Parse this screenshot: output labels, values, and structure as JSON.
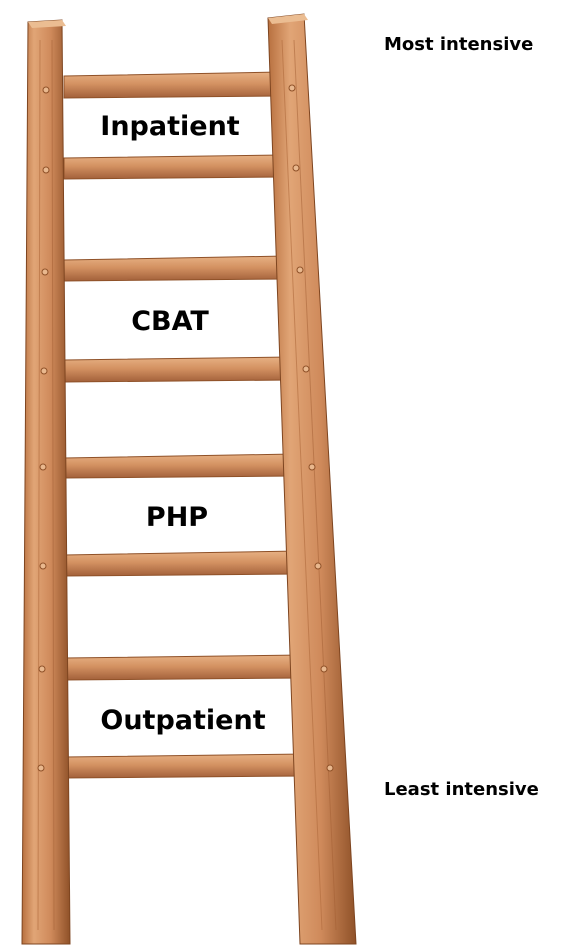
{
  "levels": [
    {
      "label": "Inpatient"
    },
    {
      "label": "CBAT"
    },
    {
      "label": "PHP"
    },
    {
      "label": "Outpatient"
    }
  ],
  "scale": {
    "top_label": "Most intensive",
    "bottom_label": "Least intensive"
  },
  "colors": {
    "wood_light": "#dfa274",
    "wood_mid": "#c98556",
    "wood_dark": "#9a5a32",
    "wood_top": "#e8b58a",
    "text": "#000000"
  },
  "icons": {
    "ladder": "wooden-ladder-icon"
  }
}
